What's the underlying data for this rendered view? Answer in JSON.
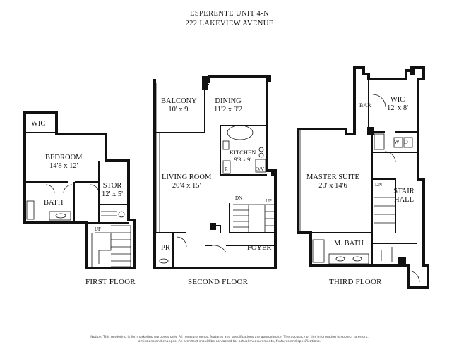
{
  "header": {
    "line1": "ESPERENTE  UNIT 4-N",
    "line2": "222 LAKEVIEW AVENUE"
  },
  "floors": {
    "first": "FIRST FLOOR",
    "second": "SECOND FLOOR",
    "third": "THIRD FLOOR"
  },
  "rooms": {
    "wic1": {
      "name": "WIC"
    },
    "bedroom": {
      "name": "BEDROOM",
      "dim": "14'8 x 12'"
    },
    "stor": {
      "name": "STOR",
      "dim": "12' x 5'"
    },
    "bath": {
      "name": "BATH"
    },
    "balcony": {
      "name": "BALCONY",
      "dim": "10' x 9'"
    },
    "dining": {
      "name": "DINING",
      "dim": "11'2 x 9'2"
    },
    "kitchen": {
      "name": "KITCHEN",
      "dim": "9'3 x 9'"
    },
    "living": {
      "name": "LIVING ROOM",
      "dim": "20'4 x 15'"
    },
    "pr": {
      "name": "PR"
    },
    "foyer": {
      "name": "FOYER"
    },
    "master": {
      "name": "MASTER SUITE",
      "dim": "20' x 14'6"
    },
    "wic3": {
      "name": "WIC",
      "dim": "12' x 8'"
    },
    "bar": {
      "name": "BAR"
    },
    "stairhall": {
      "name": "STAIR HALL"
    },
    "mbath": {
      "name": "M. BATH"
    }
  },
  "labels": {
    "up1": "UP",
    "dn2": "DN",
    "up2": "UP",
    "dn3": "DN",
    "ref": "R",
    "ov": "O/V",
    "w": "W",
    "d": "D"
  },
  "notice": "Notice: This rendering is for marketing purposes only. All measurements, features and specifications are approximate. The accuracy of this information is subject to errors, omissions and changes. An architect should be contacted for actual measurements, features and specifications."
}
